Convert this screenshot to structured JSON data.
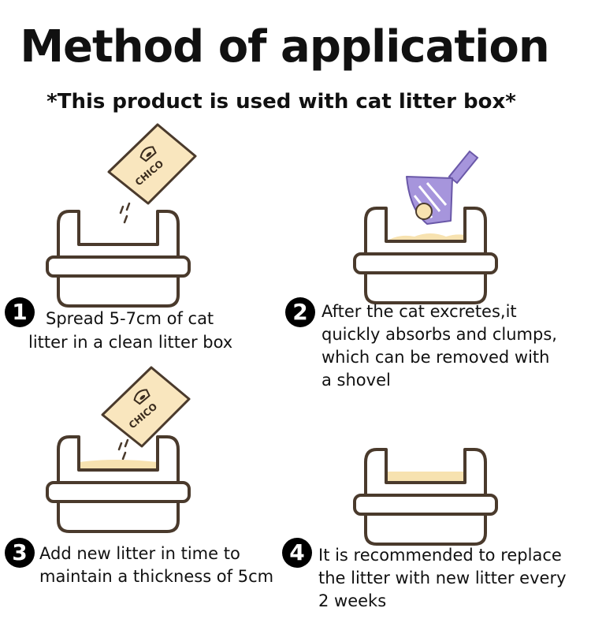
{
  "title": "Method of application",
  "subtitle": "*This product is used with cat litter box*",
  "brand": "CHICO",
  "colors": {
    "litter": "#f7e2b0",
    "package": "#f9e6be",
    "outline": "#4a3a2c",
    "scoop": "#a695dc",
    "badge": "#000000"
  },
  "steps": [
    {
      "number": "1",
      "lines": [
        "Spread 5-7cm of cat",
        "litter in a clean litter box"
      ]
    },
    {
      "number": "2",
      "lines": [
        "After the cat excretes,it",
        "quickly absorbs and clumps,",
        "which can be removed with",
        "a shovel"
      ]
    },
    {
      "number": "3",
      "lines": [
        "Add new litter in time to",
        "maintain a thickness of 5cm"
      ]
    },
    {
      "number": "4",
      "lines": [
        "It is recommended to replace",
        "the litter with new litter every",
        "2 weeks"
      ]
    }
  ]
}
